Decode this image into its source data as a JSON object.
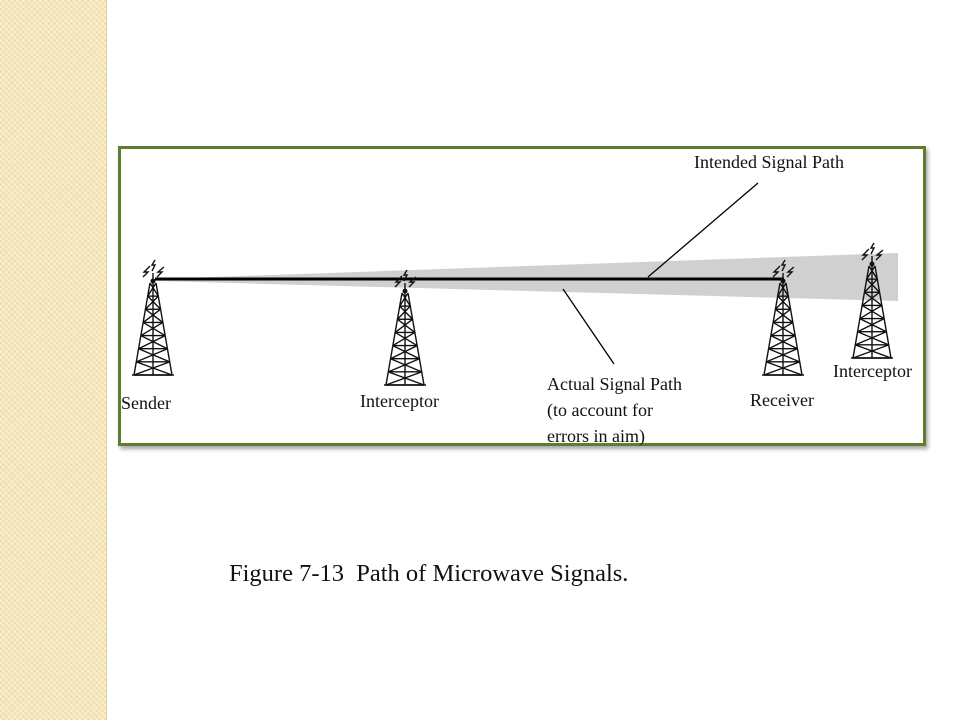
{
  "diagram": {
    "intended_label": "Intended Signal Path",
    "actual_label_line1": "Actual Signal Path",
    "actual_label_line2": "(to account for",
    "actual_label_line3": "errors in aim)",
    "sender_label": "Sender",
    "interceptor1_label": "Interceptor",
    "receiver_label": "Receiver",
    "interceptor2_label": "Interceptor"
  },
  "caption": {
    "text": "Figure 7-13  Path of Microwave Signals."
  },
  "colors": {
    "frame_border": "#5e7e2e",
    "beam_fill": "#d0d0d0",
    "side_strip": "#f6e7b8"
  }
}
